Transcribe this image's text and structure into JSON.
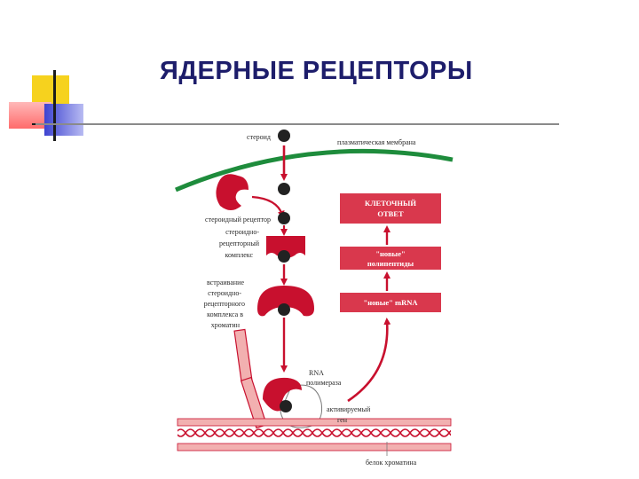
{
  "slide": {
    "title": "ЯДЕРНЫЕ РЕЦЕПТОРЫ"
  },
  "labels": {
    "steroid": "стероид",
    "plasma_membrane": "плазматическая мембрана",
    "steroid_receptor": "стероидный рецептор",
    "complex": [
      "стероидно-",
      "рецепторный",
      "комплекс"
    ],
    "integration": [
      "встраивание",
      "стероидно-",
      "рецепторного",
      "комплекса в",
      "хроматин"
    ],
    "rna_polymerase": [
      "RNA",
      "полимераза"
    ],
    "activated_gene": [
      "активируемый",
      "ген"
    ],
    "chromatin_protein": "белок хроматина"
  },
  "boxes": {
    "response": [
      "КЛЕТОЧНЫЙ",
      "ОТВЕТ"
    ],
    "polypeptides": [
      "\"новые\"",
      "полипептиды"
    ],
    "mrna": "\"новые\" mRNA"
  },
  "colors": {
    "red": "#c8102e",
    "box": "#d9384d",
    "membrane": "#1e8c3c",
    "title": "#1d1d6b"
  }
}
